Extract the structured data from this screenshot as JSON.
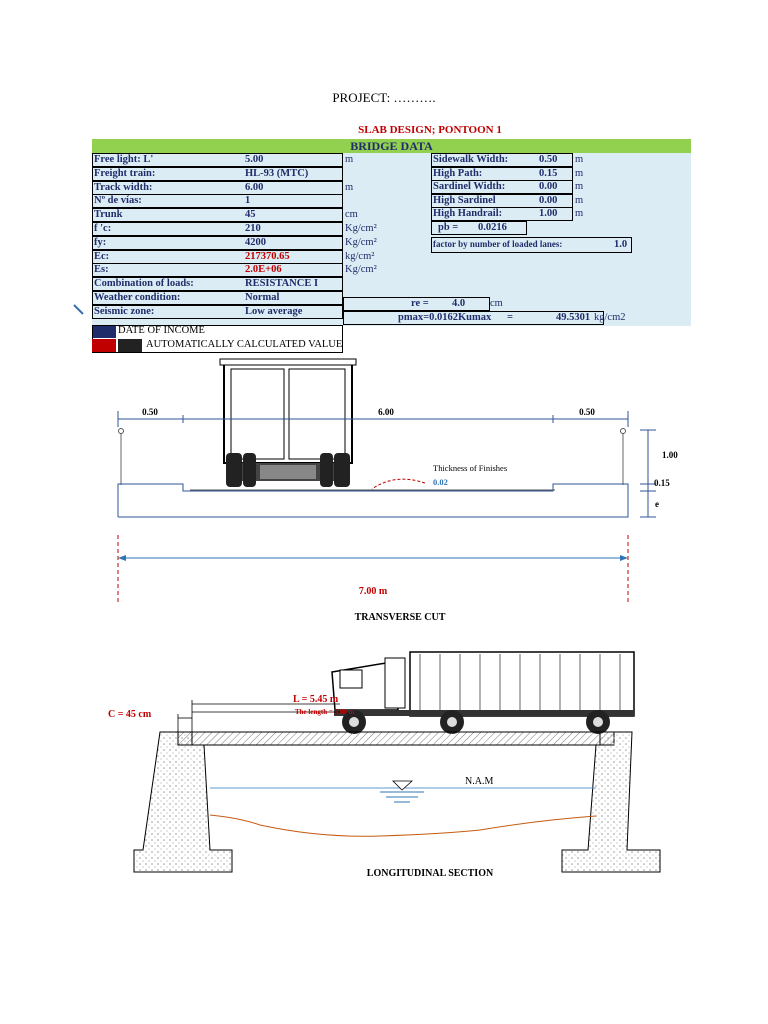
{
  "project": "PROJECT: ……….",
  "slab_title": "SLAB DESIGN; PONTOON 1",
  "bridge_data_title": "BRIDGE DATA",
  "left_rows": [
    {
      "label": "Free light: L'",
      "value": "5.00",
      "unit": "m",
      "value_color": "#1f2d6b"
    },
    {
      "label": "Freight train:",
      "value": "HL-93    (MTC)",
      "unit": "",
      "value_color": "#1f2d6b"
    },
    {
      "label": "Track width:",
      "value": "6.00",
      "unit": "m",
      "value_color": "#1f2d6b"
    },
    {
      "label": "Nº de vías:",
      "value": "1",
      "unit": "",
      "value_color": "#1f2d6b"
    },
    {
      "label": "Trunk",
      "value": "45",
      "unit": "cm",
      "value_color": "#1f2d6b"
    },
    {
      "label": "f 'c:",
      "value": "210",
      "unit": "Kg/cm²",
      "value_color": "#1f2d6b"
    },
    {
      "label": "fy:",
      "value": "4200",
      "unit": "Kg/cm²",
      "value_color": "#1f2d6b"
    },
    {
      "label": "Ec:",
      "value": "217370.65",
      "unit": "kg/cm²",
      "value_color": "#c00000"
    },
    {
      "label": "Es:",
      "value": "2.0E+06",
      "unit": "Kg/cm²",
      "value_color": "#c00000"
    },
    {
      "label": "Combination of loads:",
      "value": "RESISTANCE I",
      "unit": "",
      "value_color": "#1f2d6b"
    },
    {
      "label": "Weather condition:",
      "value": "Normal",
      "unit": "",
      "value_color": "#1f2d6b"
    },
    {
      "label": "Seismic zone:",
      "value": "Low average",
      "unit": "",
      "value_color": "#1f2d6b"
    }
  ],
  "right_rows": [
    {
      "label": "Sidewalk Width:",
      "value": "0.50",
      "unit": "m"
    },
    {
      "label": "High Path:",
      "value": "0.15",
      "unit": "m"
    },
    {
      "label": "Sardinel Width:",
      "value": "0.00",
      "unit": "m"
    },
    {
      "label": "High Sardinel",
      "value": "0.00",
      "unit": "m"
    },
    {
      "label": "High Handrail:",
      "value": "1.00",
      "unit": "m"
    }
  ],
  "pb": {
    "label": "pb =",
    "value": "0.0216"
  },
  "factor": {
    "label": "factor by number of loaded lanes:",
    "value": "1.0"
  },
  "re": {
    "label": "re =",
    "value": "4.0",
    "unit": "cm"
  },
  "pmax": {
    "label": "pmax=0.0162Kumax",
    "eq": "=",
    "value": "49.5301",
    "unit": "kg/cm2"
  },
  "legend": {
    "income": "DATE OF INCOME",
    "auto": "AUTOMATICALLY CALCULATED VALUE",
    "colors": {
      "income": "#1f2d6b",
      "auto_red": "#c00000",
      "auto_dark": "#222222"
    }
  },
  "transverse": {
    "dim_left": "0.50",
    "dim_mid": "6.00",
    "dim_right": "0.50",
    "handrail": "1.00",
    "path": "0.15",
    "thickness": "e",
    "finishes_label": "Thickness of Finishes",
    "finishes_value": "0.02",
    "total_width": "7.00 m",
    "caption": "TRANSVERSE CUT"
  },
  "longitudinal": {
    "c_label": "C = 45 cm",
    "l_label": "L = 5.45 m",
    "length_label": "The length = 5.00 m",
    "water_label": "N.A.M",
    "caption": "LONGITUDINAL SECTION"
  }
}
